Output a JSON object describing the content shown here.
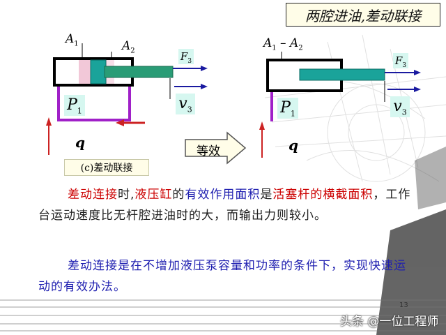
{
  "title": "两腔进油,差动联接",
  "left_diagram": {
    "area1": "A",
    "area1_sub": "1",
    "area2": "A",
    "area2_sub": "2",
    "force": "F",
    "force_sub": "3",
    "velocity": "v",
    "velocity_sub": "3",
    "pressure": "P",
    "pressure_sub": "1",
    "flow": "q",
    "caption": "(c)差动联接"
  },
  "equivalent_label": "等效",
  "right_diagram": {
    "area_diff": "A",
    "area_diff_sub1": "1",
    "area_diff_minus": " – A",
    "area_diff_sub2": "2",
    "force": "F",
    "force_sub": "3",
    "velocity": "v",
    "velocity_sub": "3",
    "pressure": "P",
    "pressure_sub": "1",
    "flow": "q"
  },
  "paragraph1": {
    "part1": "差动连接",
    "part2": "时,",
    "part3": "液压缸",
    "part4": "的",
    "part5": "有效作用面积",
    "part6": "是",
    "part7": "活塞杆的横截面积",
    "part8": "，工作台运动速度比无杆腔进油时的大，而输出力则较小。"
  },
  "paragraph2": "差动连接是在不增加液压泵容量和功率的条件下，实现快速运动的有效办法。",
  "page_number": "13",
  "watermark": "头条 @一位工程师",
  "colors": {
    "cylinder": "#000000",
    "chamber_fill": "#f2c8d8",
    "piston": "#1aa39a",
    "rod": "#2a9c76",
    "pipe": "#a020c8",
    "arrow_red": "#cc2222",
    "arrow_blue": "#1a1aa0",
    "label_bg": "#d6f7f0"
  }
}
